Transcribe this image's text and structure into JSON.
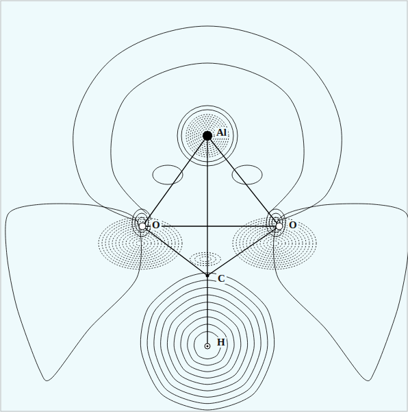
{
  "diagram": {
    "labels": [
      "Al",
      "O",
      "O",
      "C",
      "H"
    ]
  }
}
